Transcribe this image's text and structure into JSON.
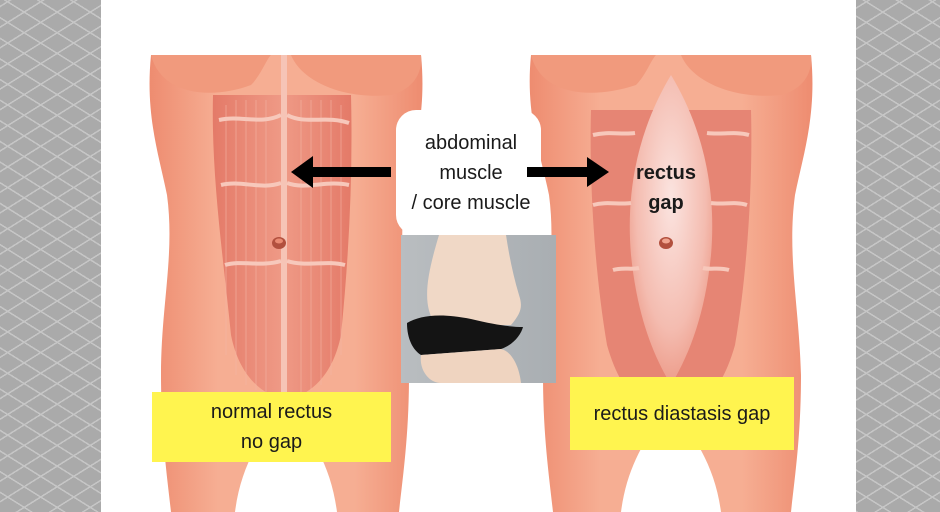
{
  "figure": {
    "center_label": {
      "line1": "abdominal",
      "line2": "muscle",
      "line3": "/ core muscle"
    },
    "gap_label": {
      "line1": "rectus",
      "line2": "gap"
    },
    "left_caption": {
      "line1": "normal rectus",
      "line2": "no gap"
    },
    "right_caption": {
      "line1": "rectus diastasis gap"
    },
    "arrows": [
      {
        "direction": "left",
        "target": "normal-abdomen"
      },
      {
        "direction": "right",
        "target": "diastasis-abdomen"
      }
    ],
    "colors": {
      "skin": "#f3a184",
      "muscle": "#e9806f",
      "highlight_box": "#fff44f",
      "arrow": "#000000",
      "background_pattern": "#aaaaaa"
    }
  }
}
